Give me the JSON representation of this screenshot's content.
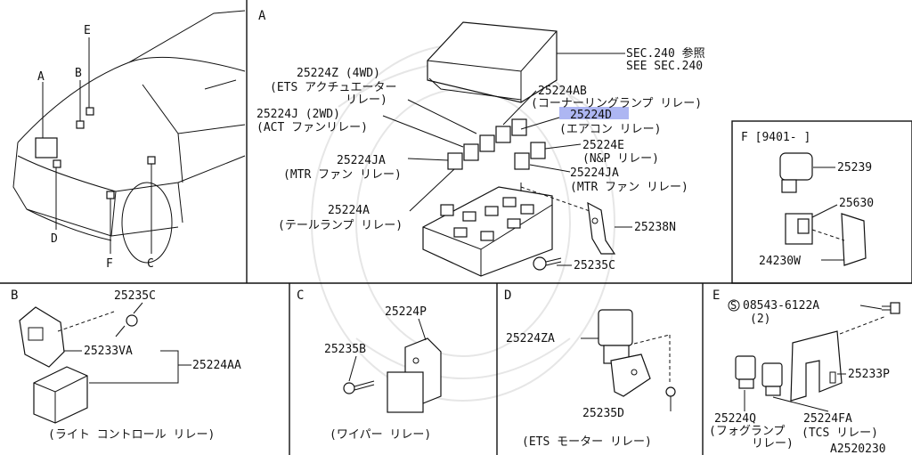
{
  "sections": {
    "A": "A",
    "B": "B",
    "C": "C",
    "D": "D",
    "E": "E",
    "F": "F [9401-    ]"
  },
  "car_callouts": [
    "A",
    "B",
    "E",
    "D",
    "F",
    "C"
  ],
  "section_a": {
    "sec_ref_ja": "SEC.240 参照",
    "sec_ref_en": "SEE SEC.240",
    "labels": [
      {
        "id": "25224z",
        "part": "25224Z (4WD)",
        "desc": "(ETS アクチュエーター",
        "desc2": "リレー)"
      },
      {
        "id": "25224j",
        "part": "25224J (2WD)",
        "desc": "(ACT ファンリレー)"
      },
      {
        "id": "25224ab",
        "part": "25224AB",
        "desc": "(コーナーリングランプ リレー)"
      },
      {
        "id": "25224d",
        "part": "25224D",
        "desc": "(エアコン リレー)"
      },
      {
        "id": "25224e",
        "part": "25224E",
        "desc": "(N&P リレー)"
      },
      {
        "id": "25224ja-l",
        "part": "25224JA",
        "desc": "(MTR ファン リレー)"
      },
      {
        "id": "25224ja-r",
        "part": "25224JA",
        "desc": "(MTR ファン リレー)"
      },
      {
        "id": "25224a",
        "part": "25224A",
        "desc": "(テールランプ リレー)"
      },
      {
        "id": "25238n",
        "part": "25238N"
      },
      {
        "id": "25235c-a",
        "part": "25235C"
      }
    ]
  },
  "section_f": {
    "p1": "25239",
    "p2": "25630",
    "p3": "24230W"
  },
  "section_b": {
    "screw": "25235C",
    "bracket": "25233VA",
    "relay": "25224AA",
    "caption": "(ライト コントロール リレー)"
  },
  "section_c": {
    "relay": "25224P",
    "screw": "25235B",
    "caption": "(ワイパー リレー)"
  },
  "section_d": {
    "relay": "25224ZA",
    "screw": "25235D",
    "caption": "(ETS モーター リレー)"
  },
  "section_e": {
    "bolt": "08543-6122A",
    "bolt_qty": "(2)",
    "bracket": "25233P",
    "fog": "25224Q",
    "fog_desc": "(フォグランプ",
    "fog_desc2": "リレー)",
    "tcs": "25224FA",
    "tcs_desc": "(TCS リレー)",
    "drawing_no": "A2520230",
    "circle_s": "S"
  }
}
